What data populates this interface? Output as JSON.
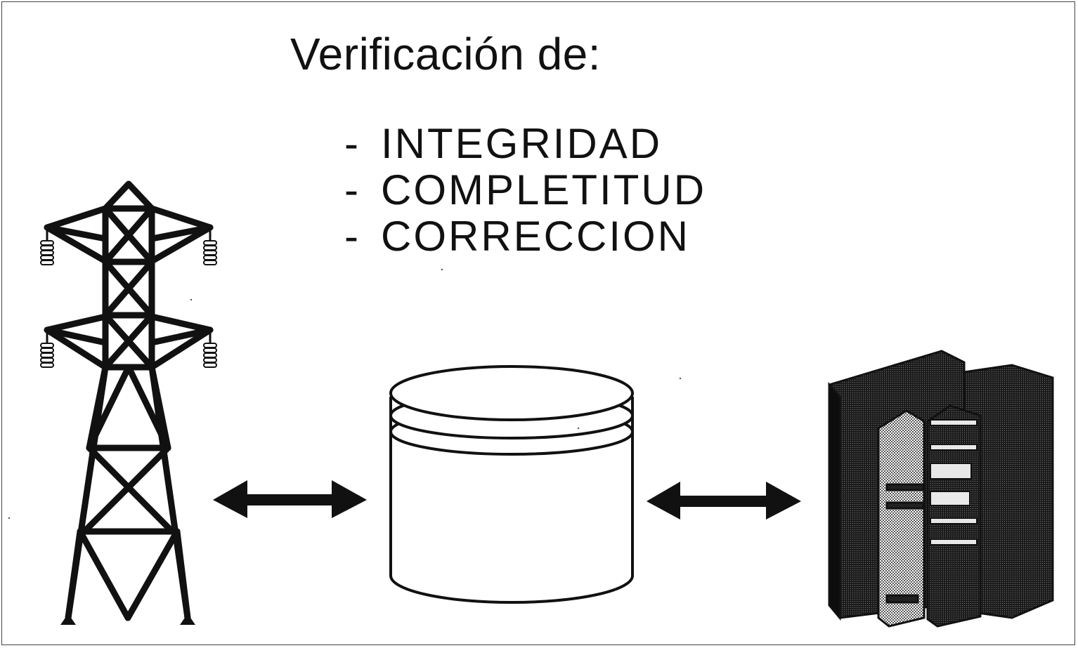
{
  "title": "Verificación de:",
  "items": [
    {
      "dash": "-",
      "label": "INTEGRIDAD"
    },
    {
      "dash": "-",
      "label": "COMPLETITUD"
    },
    {
      "dash": "-",
      "label": "CORRECCION"
    }
  ],
  "icons": [
    "power-tower-icon",
    "double-arrow-icon",
    "database-cylinder-icon",
    "double-arrow-icon",
    "books-icon"
  ],
  "colors": {
    "ink": "#111111",
    "background": "#ffffff",
    "halftone": "#bdbdbd"
  }
}
